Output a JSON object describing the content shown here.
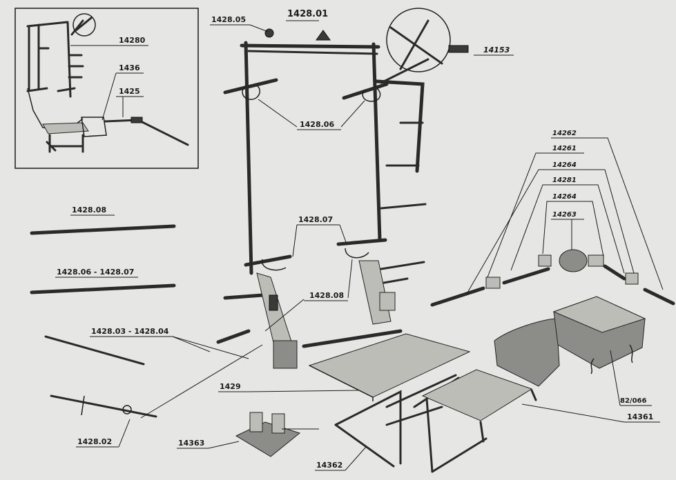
{
  "diagram": {
    "labels": {
      "main_assembly": "1428.01",
      "p1428_05": "1428.05",
      "p14153": "14153",
      "p14280": "14280",
      "p1436": "1436",
      "p1425": "1425",
      "p1428_06": "1428.06",
      "p1428_07": "1428.07",
      "p1428_08_callout": "1428.08",
      "p1428_08_part": "1428.08",
      "p1428_06_07": "1428.06 - 1428.07",
      "p1428_03_04": "1428.03 - 1428.04",
      "p1428_02": "1428.02",
      "p1429": "1429",
      "p14363": "14363",
      "p14362": "14362",
      "p14361": "14361",
      "p82_066": "82/066",
      "p14262": "14262",
      "p14261": "14261",
      "p14264_a": "14264",
      "p14281": "14281",
      "p14264_b": "14264",
      "p14263": "14263"
    }
  }
}
